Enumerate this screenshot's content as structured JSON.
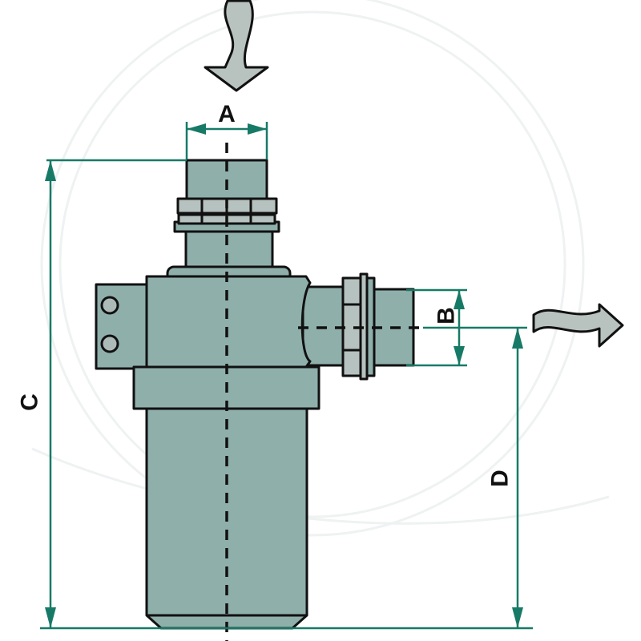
{
  "drawing": {
    "kind": "technical-dimension-drawing",
    "component": "in-line hydraulic filter, side view",
    "dimension_labels": {
      "a": "A",
      "b": "B",
      "c": "C",
      "d": "D"
    },
    "flow_icons": [
      "inlet-flow-arrow",
      "outlet-flow-arrow"
    ],
    "colors": {
      "body": "#8fafab",
      "fittings": "#b6c2bf",
      "outline": "#111111",
      "dimension_lines": "#177a67",
      "flow_arrows": "#b8c3c0",
      "background": "#ffffff"
    }
  }
}
